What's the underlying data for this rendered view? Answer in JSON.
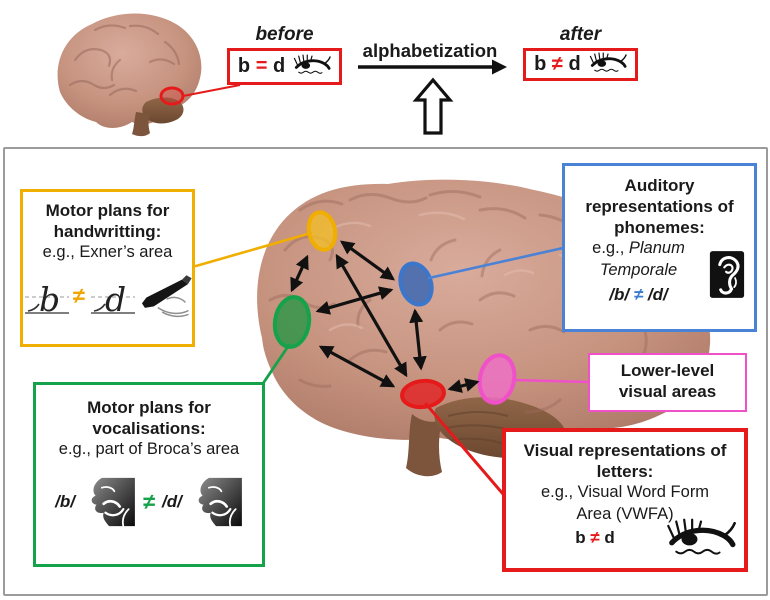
{
  "top": {
    "before_label": "before",
    "before": {
      "left": "b",
      "op": "=",
      "right": "d"
    },
    "process_label": "alphabetization",
    "after_label": "after",
    "after": {
      "left": "b",
      "op": "≠",
      "right": "d"
    }
  },
  "boxes": {
    "handwriting": {
      "title1": "Motor plans for",
      "title2": "handwritting:",
      "example": "e.g., Exner’s area",
      "letter_b": "b",
      "neq": "≠",
      "letter_d": "d",
      "color": "#F0AE00"
    },
    "auditory": {
      "title1": "Auditory",
      "title2": "representations of",
      "title3": "phonemes:",
      "example_prefix": "e.g., ",
      "example_italic1": "Planum",
      "example_italic2": "Temporale",
      "formula": {
        "left": "/b/",
        "op": "≠",
        "right": "/d/"
      },
      "color": "#4A82D6"
    },
    "vocal": {
      "title1": "Motor plans for",
      "title2": "vocalisations:",
      "example": "e.g., part of Broca’s area",
      "formula": {
        "left": "/b/",
        "op": "≠",
        "right": "/d/"
      },
      "color": "#16A24A"
    },
    "lower_visual": {
      "line1": "Lower-level",
      "line2": "visual areas",
      "color": "#F050C8"
    },
    "vwfa": {
      "title1": "Visual representations of",
      "title2": "letters:",
      "example1": "e.g., Visual Word Form",
      "example2": "Area (VWFA)",
      "formula": {
        "left": "b",
        "op": "≠",
        "right": "d"
      },
      "color": "#E51B1B"
    }
  },
  "regions": [
    {
      "id": "motor-handwriting",
      "color": "#F0AE00"
    },
    {
      "id": "motor-vocalisation",
      "color": "#16A24A"
    },
    {
      "id": "auditory-phonemes",
      "color": "#4A82D6"
    },
    {
      "id": "visual-word-form-area",
      "color": "#E51B1B"
    },
    {
      "id": "lower-level-visual",
      "color": "#F050C8"
    }
  ],
  "connections": [
    [
      "motor-handwriting",
      "motor-vocalisation"
    ],
    [
      "motor-handwriting",
      "auditory-phonemes"
    ],
    [
      "motor-handwriting",
      "visual-word-form-area"
    ],
    [
      "motor-vocalisation",
      "auditory-phonemes"
    ],
    [
      "motor-vocalisation",
      "visual-word-form-area"
    ],
    [
      "auditory-phonemes",
      "visual-word-form-area"
    ],
    [
      "visual-word-form-area",
      "lower-level-visual"
    ]
  ]
}
